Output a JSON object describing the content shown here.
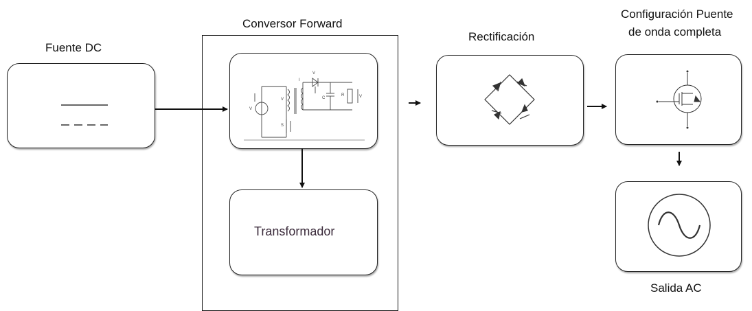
{
  "labels": {
    "fuente_dc": "Fuente DC",
    "conversor_forward": "Conversor Forward",
    "rectificacion": "Rectificación",
    "config_line1": "Configuración Puente",
    "config_line2": "de onda completa",
    "transformador": "Transformador",
    "salida_ac": "Salida AC"
  },
  "icons": {
    "dc_source": "dc-source-symbol",
    "forward_converter": "forward-converter-circuit",
    "rectifier": "diode-bridge",
    "switch": "mosfet",
    "ac_output": "sine-wave"
  }
}
